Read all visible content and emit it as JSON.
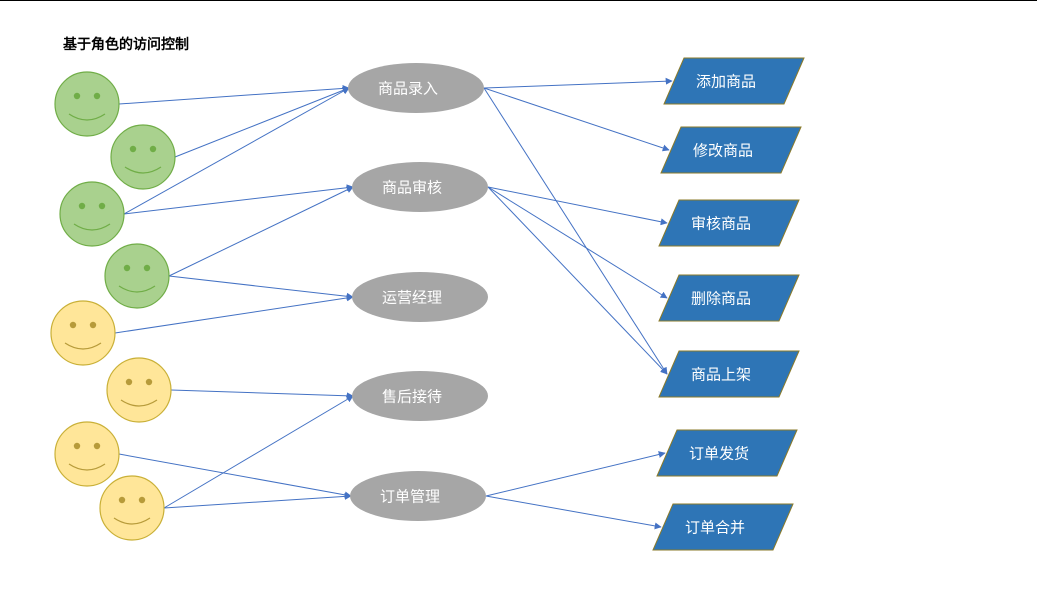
{
  "title": "基于角色的访问控制",
  "colors": {
    "green_face": "#a9d18e",
    "green_stroke": "#70ad47",
    "green_feature": "#70ad47",
    "yellow_face": "#ffe699",
    "yellow_stroke": "#c9b037",
    "yellow_feature": "#b79b3a",
    "role": "#a6a6a6",
    "permission": "#2e75b6",
    "permission_stroke": "#8a7a2a",
    "edge": "#4472c4"
  },
  "users": [
    {
      "id": "u1",
      "color": "green"
    },
    {
      "id": "u2",
      "color": "green"
    },
    {
      "id": "u3",
      "color": "green"
    },
    {
      "id": "u4",
      "color": "green"
    },
    {
      "id": "u5",
      "color": "yellow"
    },
    {
      "id": "u6",
      "color": "yellow"
    },
    {
      "id": "u7",
      "color": "yellow"
    },
    {
      "id": "u8",
      "color": "yellow"
    }
  ],
  "roles": [
    {
      "id": "r1",
      "label": "商品录入"
    },
    {
      "id": "r2",
      "label": "商品审核"
    },
    {
      "id": "r3",
      "label": "运营经理"
    },
    {
      "id": "r4",
      "label": "售后接待"
    },
    {
      "id": "r5",
      "label": "订单管理"
    }
  ],
  "permissions": [
    {
      "id": "p1",
      "label": "添加商品"
    },
    {
      "id": "p2",
      "label": "修改商品"
    },
    {
      "id": "p3",
      "label": "审核商品"
    },
    {
      "id": "p4",
      "label": "删除商品"
    },
    {
      "id": "p5",
      "label": "商品上架"
    },
    {
      "id": "p6",
      "label": "订单发货"
    },
    {
      "id": "p7",
      "label": "订单合并"
    }
  ],
  "edges": [
    [
      "u1",
      "r1"
    ],
    [
      "u2",
      "r1"
    ],
    [
      "u3",
      "r1"
    ],
    [
      "u3",
      "r2"
    ],
    [
      "u4",
      "r2"
    ],
    [
      "u4",
      "r3"
    ],
    [
      "u5",
      "r3"
    ],
    [
      "u6",
      "r4"
    ],
    [
      "u7",
      "r5"
    ],
    [
      "u8",
      "r4"
    ],
    [
      "u8",
      "r5"
    ],
    [
      "r1",
      "p1"
    ],
    [
      "r1",
      "p2"
    ],
    [
      "r1",
      "p5"
    ],
    [
      "r2",
      "p3"
    ],
    [
      "r2",
      "p4"
    ],
    [
      "r2",
      "p5"
    ],
    [
      "r5",
      "p6"
    ],
    [
      "r5",
      "p7"
    ]
  ]
}
